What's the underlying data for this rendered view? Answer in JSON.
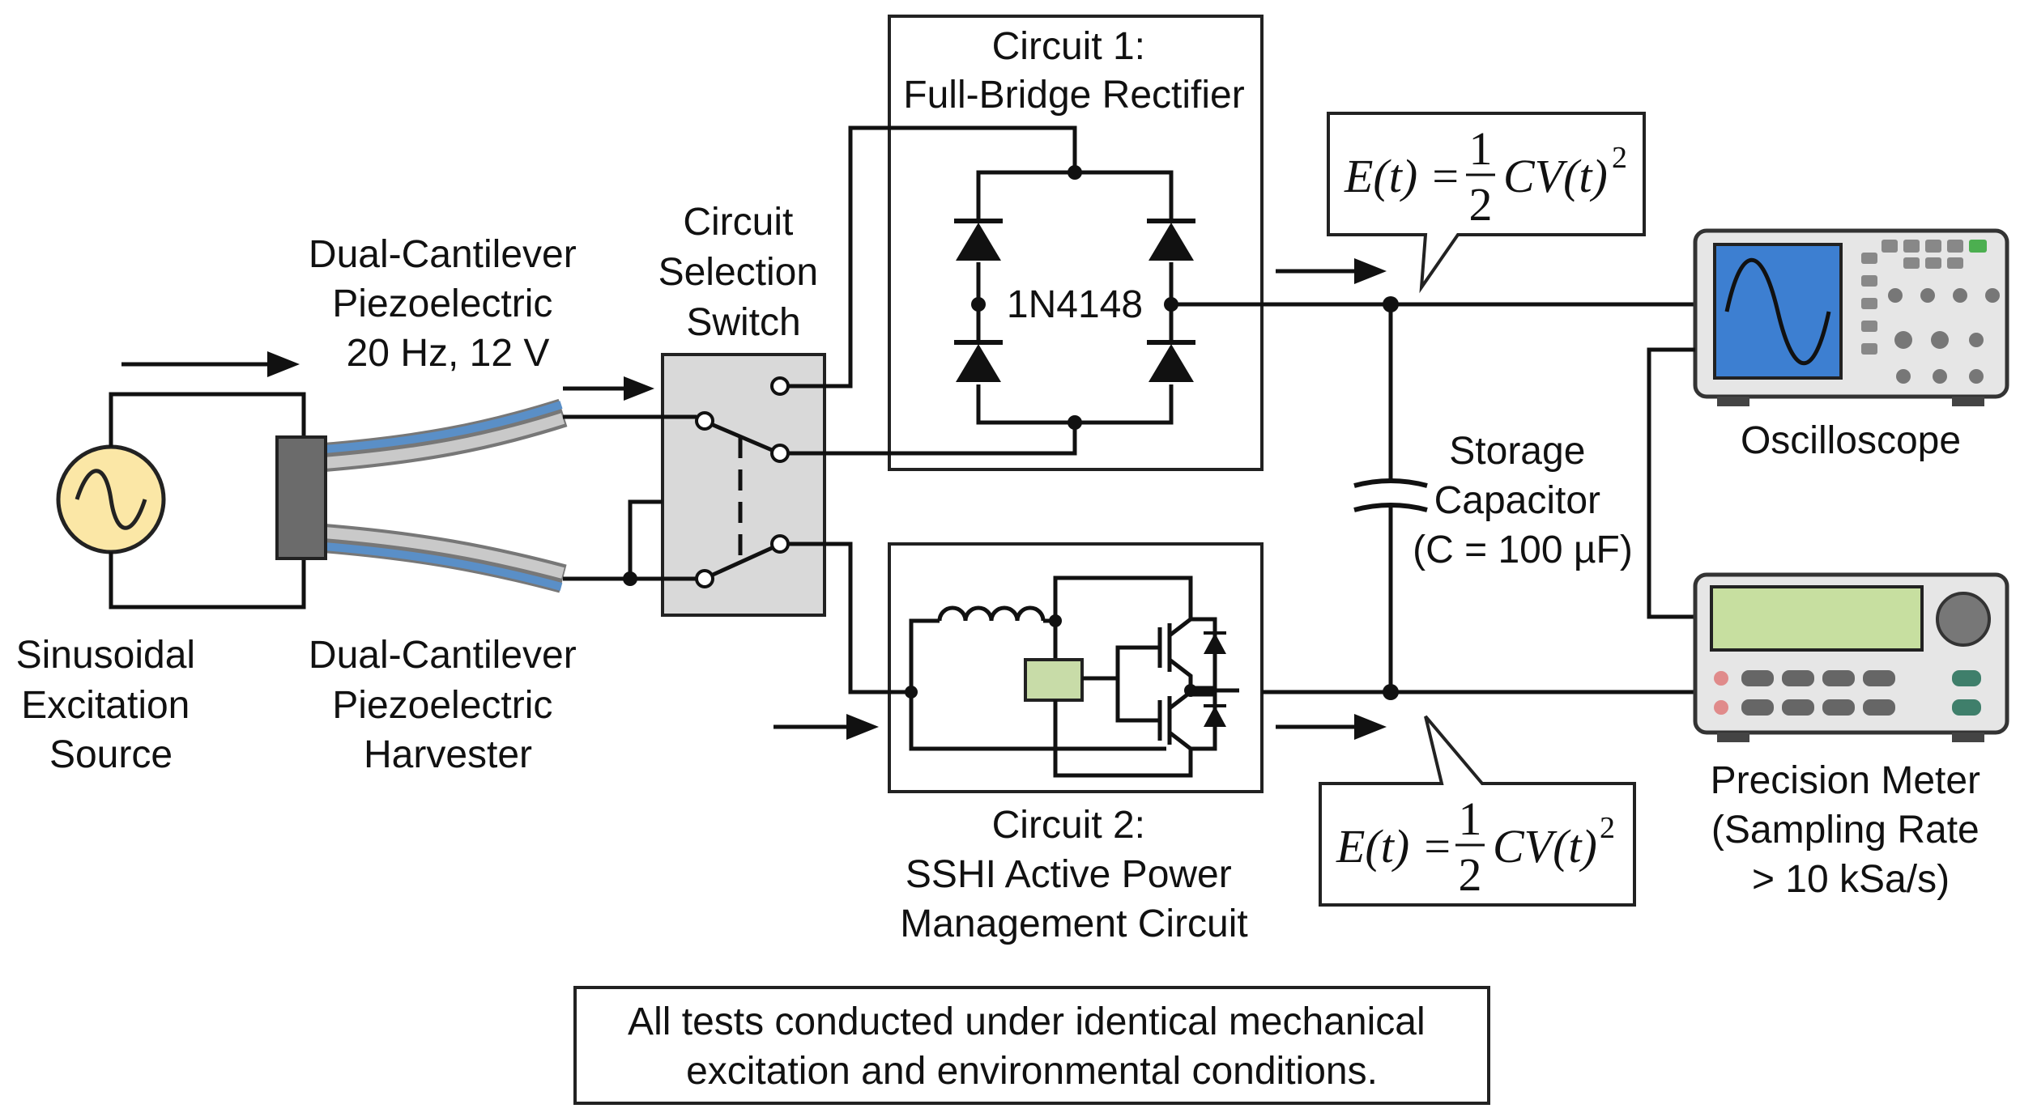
{
  "labels": {
    "source": [
      "Sinusoidal",
      "Excitation",
      "Source"
    ],
    "harvester_top": [
      "Dual-Cantilever",
      "Piezoelectric",
      "20 Hz, 12 V"
    ],
    "harvester_bottom": [
      "Dual-Cantilever",
      "Piezoelectric",
      "Harvester"
    ],
    "switch": [
      "Circuit",
      "Selection",
      "Switch"
    ],
    "circuit1": [
      "Circuit 1:",
      "Full-Bridge Rectifier"
    ],
    "diode_part": "1N4148",
    "circuit2": [
      "Circuit 2:",
      "SSHI Active Power",
      "Management Circuit"
    ],
    "capacitor": [
      "Storage",
      "Capacitor",
      "(C = 100 µF)"
    ],
    "oscilloscope": "Oscilloscope",
    "meter": [
      "Precision Meter",
      "(Sampling Rate",
      "> 10 kSa/s)"
    ],
    "note": [
      "All tests conducted under identical mechanical",
      "excitation and environmental conditions."
    ]
  },
  "formula": {
    "lhs": "E(t) = ",
    "num": "1",
    "den": "2",
    "rhs": "CV(t)",
    "exp": "2"
  },
  "colors": {
    "source_fill": "#fbe7a6",
    "beam_blue": "#5a8fc7",
    "beam_grey": "#c9c9c9",
    "switch_fill": "#d9d9d9",
    "scope_screen": "#3d7fd1",
    "meter_display": "#c7dfa0",
    "relay_fill": "#c8dca8"
  }
}
